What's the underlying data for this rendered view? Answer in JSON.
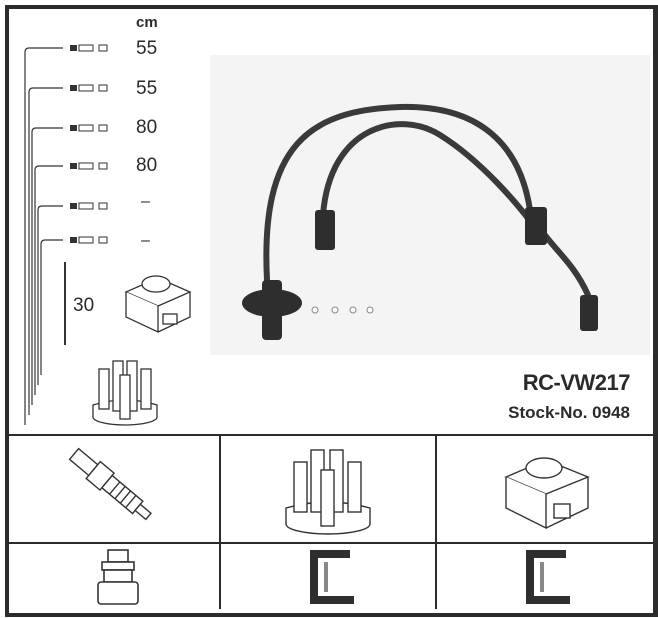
{
  "header": {
    "unit": "cm"
  },
  "lengths": [
    "55",
    "55",
    "80",
    "80",
    "–",
    "–"
  ],
  "coil_lead_length": "30",
  "product": {
    "code": "RC-VW217",
    "stock": "Stock-No. 0948"
  },
  "cells": {
    "row1": [
      "spark-plug",
      "distributor-cap",
      "ignition-coil"
    ],
    "row2": [
      "plug-connector-straight",
      "connector-angled",
      "connector-angled"
    ]
  },
  "colors": {
    "line": "#2b2b2b",
    "cable": "#3a3a3a",
    "photo_bg": "#f4f4f4"
  }
}
